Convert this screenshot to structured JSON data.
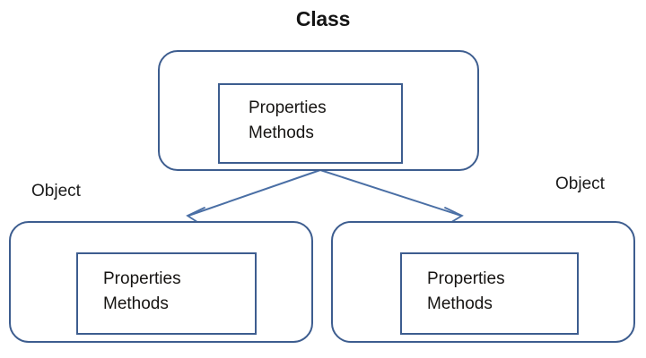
{
  "diagram": {
    "title": "Class",
    "type": "class-object-relationship",
    "colors": {
      "border": "#3d5d8f",
      "arrow": "#4a6fa5",
      "text": "#161412",
      "background": "#ffffff"
    },
    "class_node": {
      "caption": "Class",
      "members": {
        "properties": "Properties",
        "methods": "Methods"
      }
    },
    "object_nodes": [
      {
        "caption": "Object",
        "members": {
          "properties": "Properties",
          "methods": "Methods"
        }
      },
      {
        "caption": "Object",
        "members": {
          "properties": "Properties",
          "methods": "Methods"
        }
      }
    ],
    "connectors": [
      {
        "name": "class-to-object-left",
        "from": "class",
        "to": "object-left",
        "style": "open-arrow"
      },
      {
        "name": "class-to-object-right",
        "from": "class",
        "to": "object-right",
        "style": "open-arrow"
      }
    ]
  }
}
